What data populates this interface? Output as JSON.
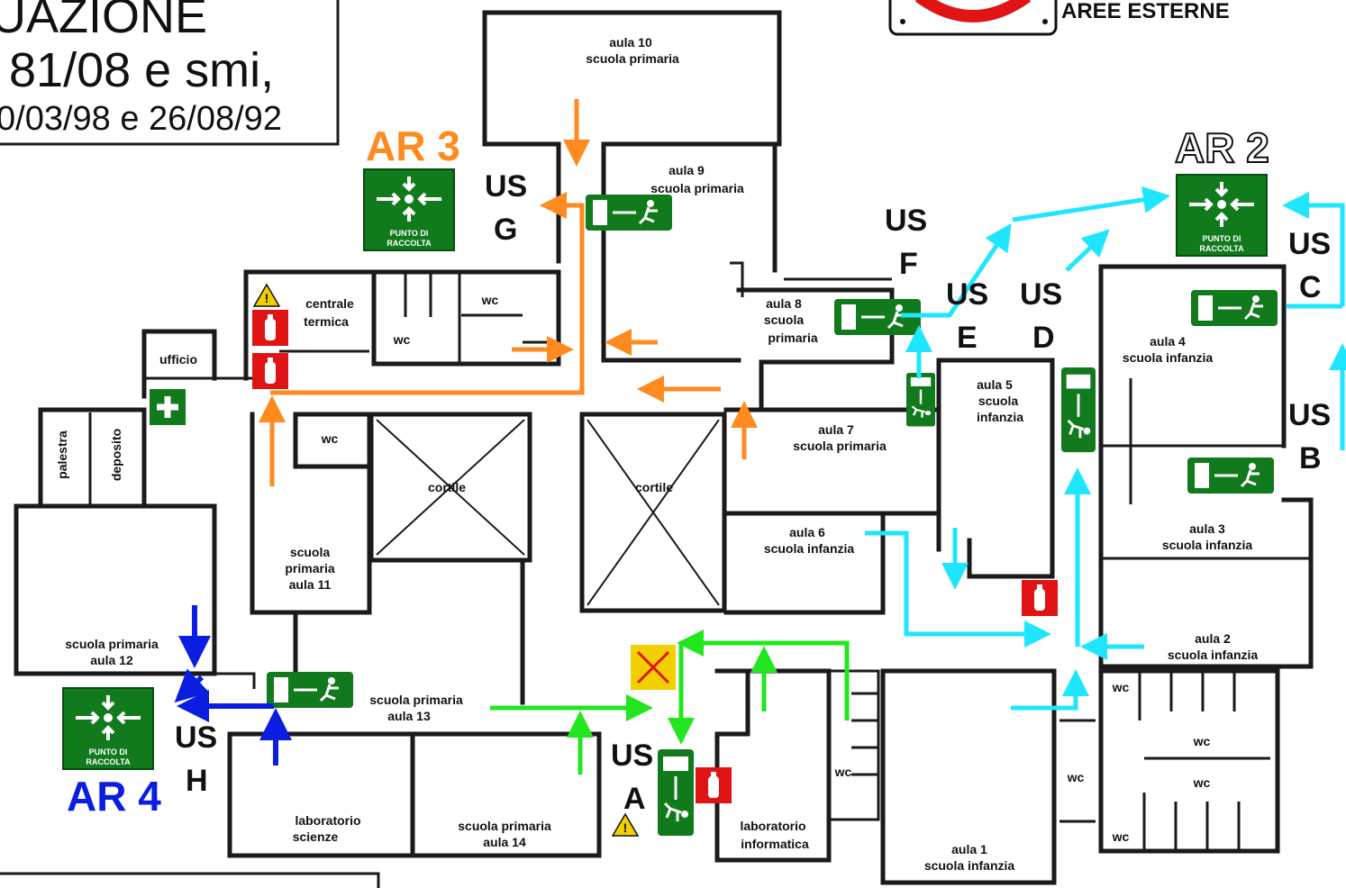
{
  "header": {
    "title_fragment": "UAZIONE",
    "law_line": "81/08 e smi,",
    "dates_line": "0/03/98 e 26/08/92",
    "legend_label": "AREE ESTERNE"
  },
  "assembly_points": [
    {
      "label": "AR 3",
      "color": "#ff8a1f",
      "sign_line1": "PUNTO DI",
      "sign_line2": "RACCOLTA"
    },
    {
      "label": "AR 2",
      "color": "#111111",
      "sign_line1": "PUNTO DI",
      "sign_line2": "RACCOLTA"
    },
    {
      "label": "AR 4",
      "color": "#0a1de0",
      "sign_line1": "PUNTO DI",
      "sign_line2": "RACCOLTA"
    }
  ],
  "exits": [
    {
      "top": "US",
      "bottom": "G"
    },
    {
      "top": "US",
      "bottom": "F"
    },
    {
      "top": "US",
      "bottom": "E"
    },
    {
      "top": "US",
      "bottom": "D"
    },
    {
      "top": "US",
      "bottom": "C"
    },
    {
      "top": "US",
      "bottom": "B"
    },
    {
      "top": "US",
      "bottom": "H"
    },
    {
      "top": "US",
      "bottom": "A"
    }
  ],
  "rooms": [
    {
      "l1": "aula 10",
      "l2": "scuola primaria"
    },
    {
      "l1": "aula 9",
      "l2": "scuola primaria"
    },
    {
      "l1": "aula 8",
      "l2": "scuola",
      "l3": "primaria"
    },
    {
      "l1": "aula 7",
      "l2": "scuola primaria"
    },
    {
      "l1": "aula 6",
      "l2": "scuola infanzia"
    },
    {
      "l1": "aula 5",
      "l2": "scuola",
      "l3": "infanzia"
    },
    {
      "l1": "aula 4",
      "l2": "scuola infanzia"
    },
    {
      "l1": "aula 3",
      "l2": "scuola infanzia"
    },
    {
      "l1": "aula 2",
      "l2": "scuola infanzia"
    },
    {
      "l1": "aula 1",
      "l2": "scuola infanzia"
    },
    {
      "l1": "centrale",
      "l2": "termica"
    },
    {
      "l1": "scuola",
      "l2": "primaria",
      "l3": "aula 11"
    },
    {
      "l1": "scuola primaria",
      "l2": "aula 12"
    },
    {
      "l1": "scuola primaria",
      "l2": "aula 13"
    },
    {
      "l1": "scuola primaria",
      "l2": "aula 14"
    },
    {
      "l1": "laboratorio",
      "l2": "scienze"
    },
    {
      "l1": "laboratorio",
      "l2": "informatica"
    }
  ],
  "misc_labels": {
    "cortile": "cortile",
    "wc": "wc",
    "palestra": "palestra",
    "deposito": "deposito",
    "ufficio": "ufficio"
  },
  "colors": {
    "orange_route": "#ff8a1f",
    "cyan_route": "#1fe6ff",
    "green_route": "#22e61f",
    "blue_route": "#0a1de0",
    "sign_green": "#117a1c",
    "extinguisher_red": "#e01414"
  }
}
